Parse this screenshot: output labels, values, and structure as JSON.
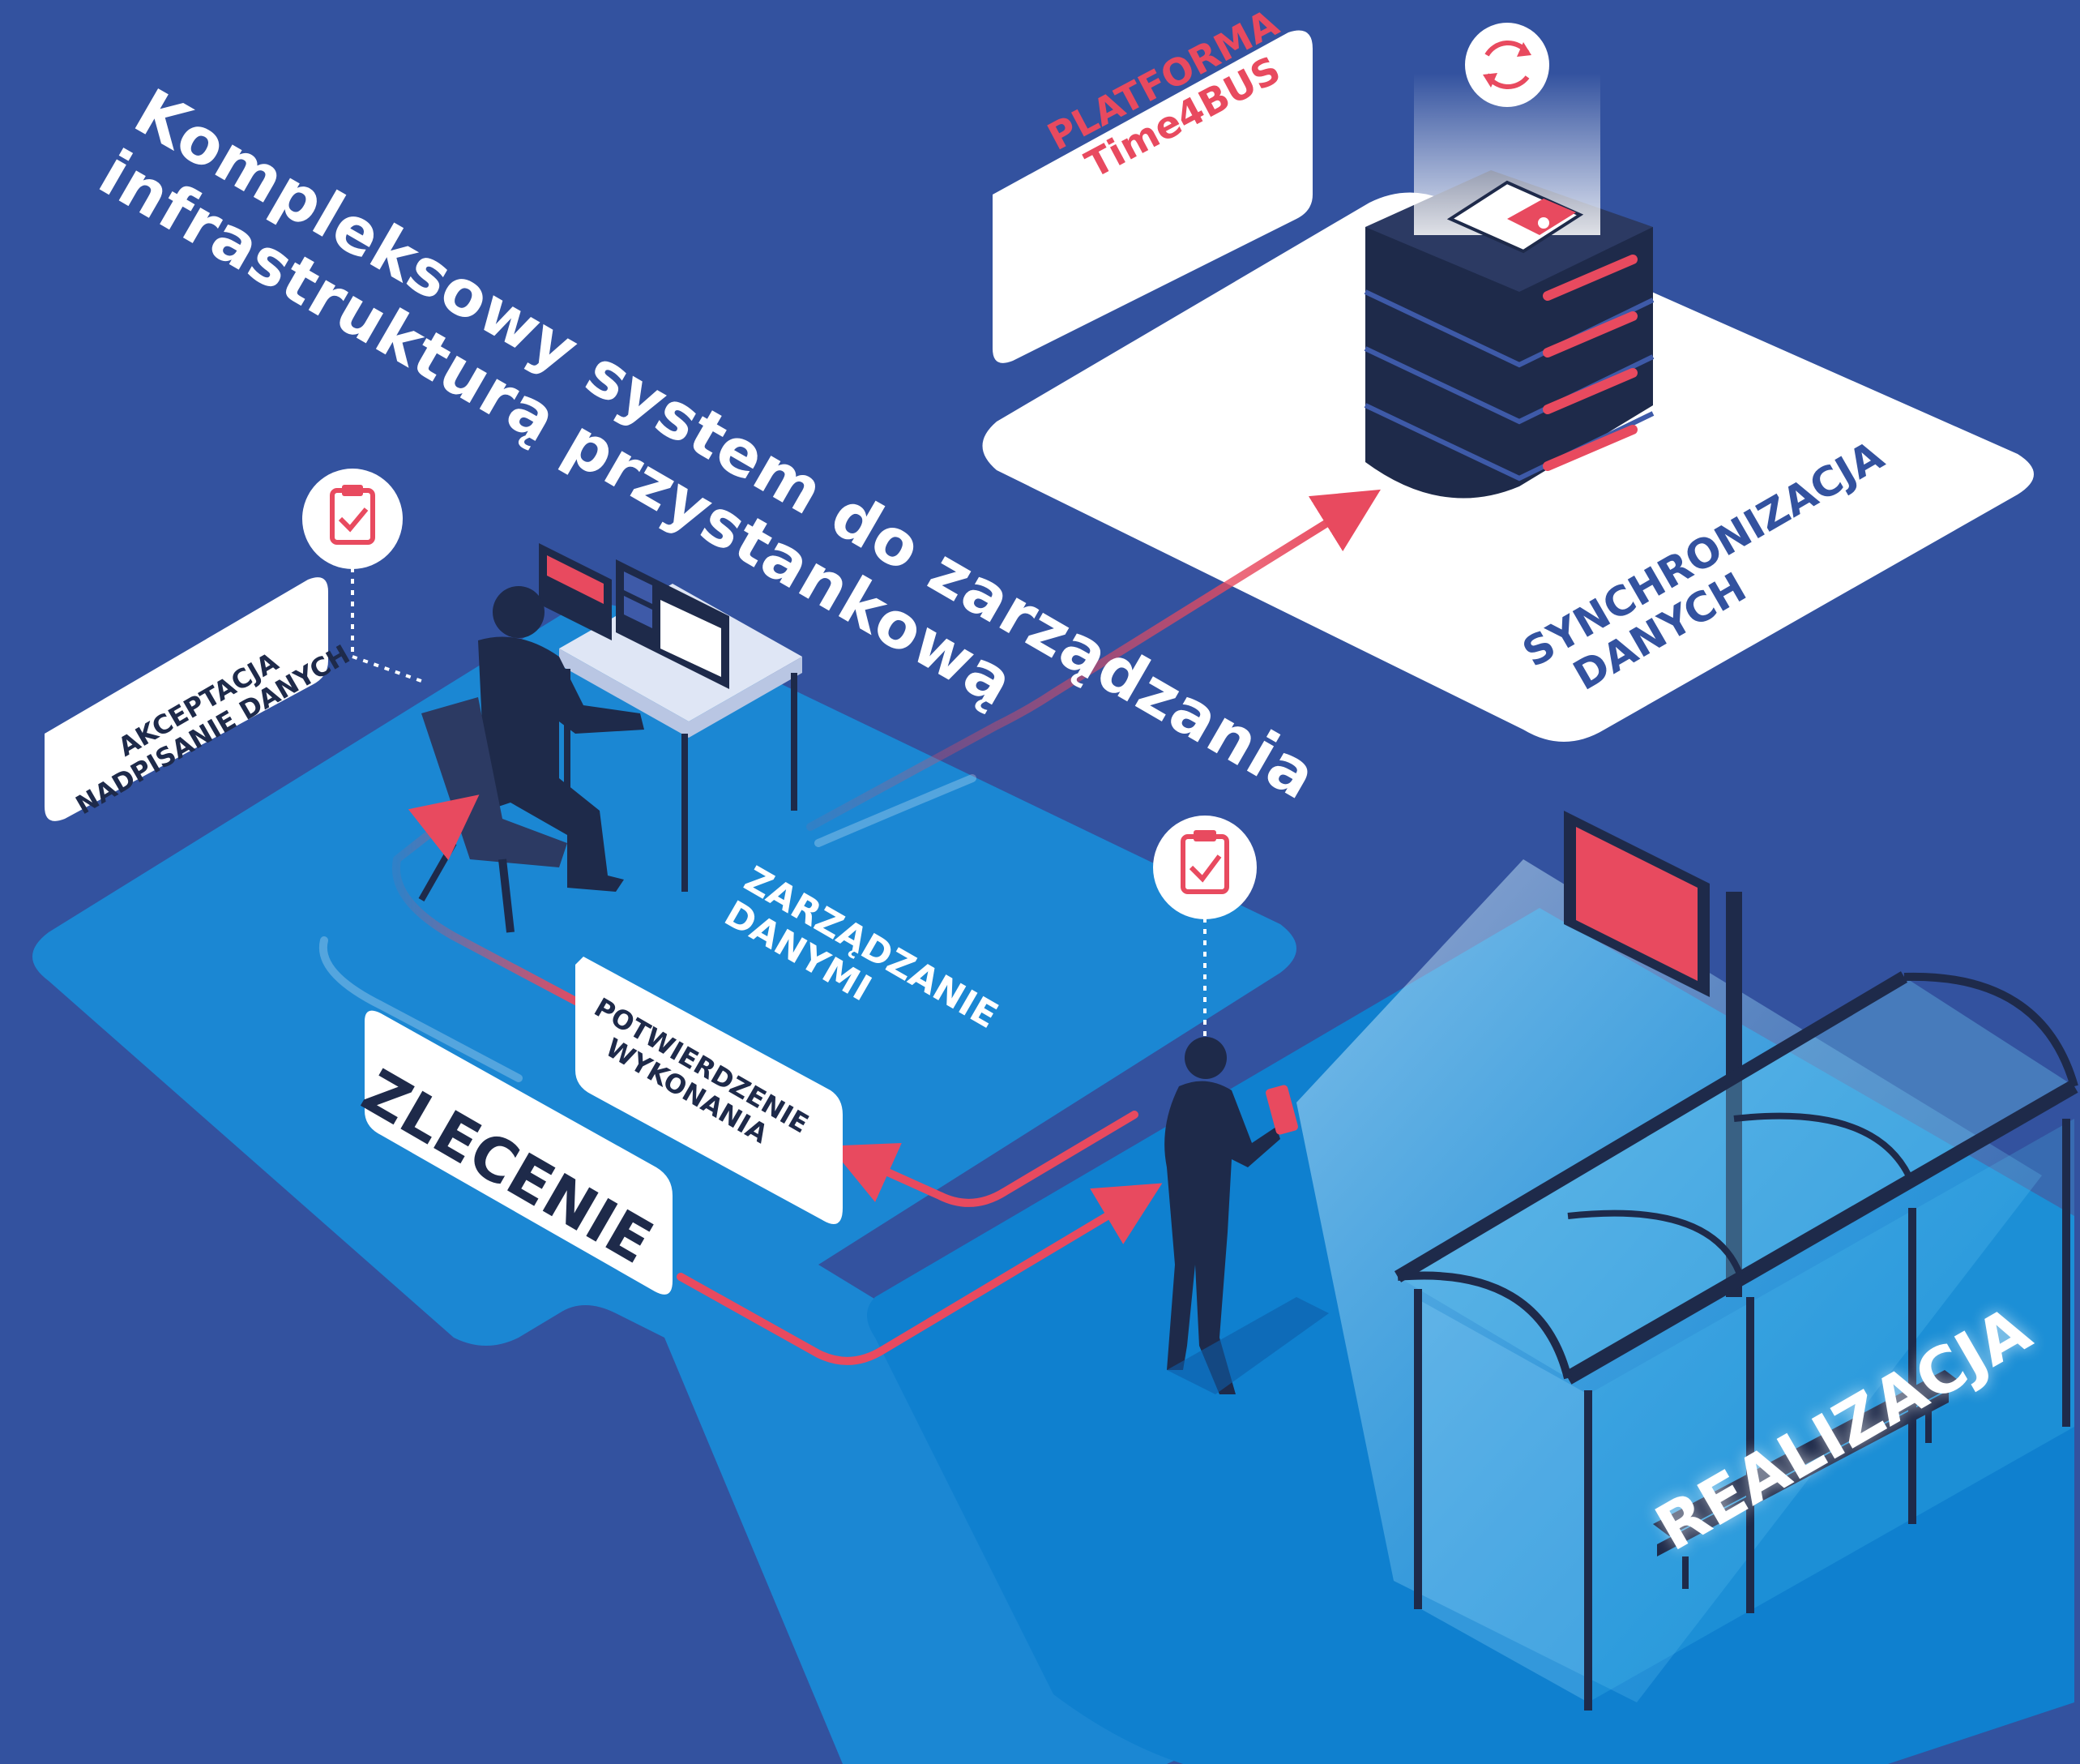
{
  "title": {
    "line1": "Kompleksowy system do zarządzania",
    "line2": "infrastrukturą przystankową"
  },
  "labels": {
    "platform_line1": "PLATFORMA",
    "platform_line2": "Time4BUS",
    "sync_line1": "SYNCHRONIZACJA",
    "sync_line2": "DANYCH",
    "accept_line1": "AKCEPTACJA",
    "accept_line2": "NADPISANIE DANYCH",
    "manage_line1": "ZARZĄDZANIE",
    "manage_line2": "DANYMI",
    "confirm_line1": "POTWIERDZENIE",
    "confirm_line2": "WYKONANIA",
    "order": "ZLECENIE",
    "execution": "REALIZACJA"
  },
  "icons": {
    "sync": "sync-icon",
    "clipboard_office": "clipboard-check-icon",
    "clipboard_field": "clipboard-check-icon"
  },
  "colors": {
    "background": "#33529f",
    "platform": "#1b87d3",
    "accent": "#e84a5f",
    "navy": "#1e2a4a",
    "white": "#ffffff"
  }
}
